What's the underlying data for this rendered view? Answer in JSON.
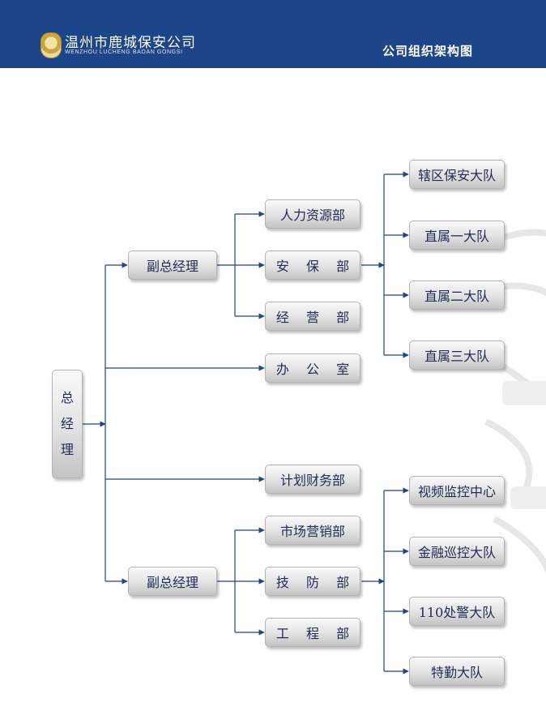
{
  "header": {
    "company_name": "温州市鹿城保安公司",
    "company_name_en": "WENZHOU LUCHENG BAOAN GONGSI",
    "chart_title": "公司组织架构图"
  },
  "org": {
    "root": {
      "chars": [
        "总",
        "经",
        "理"
      ]
    },
    "deputy_1": "副总经理",
    "deputy_2": "副总经理",
    "office": "办 公 室",
    "finance": "计划财务部",
    "dept_hr": "人力资源部",
    "dept_security": "安 保 部",
    "dept_operations": "经 营 部",
    "dept_marketing": "市场营销部",
    "dept_technical": "技 防 部",
    "dept_engineering": "工 程 部",
    "team_district": "辖区保安大队",
    "team_direct_1": "直属一大队",
    "team_direct_2": "直属二大队",
    "team_direct_3": "直属三大队",
    "team_video": "视频监控中心",
    "team_finance_patrol": "金融巡控大队",
    "team_110": "110处警大队",
    "team_special": "特勤大队"
  },
  "colors": {
    "header_bg": "#1d4589",
    "connector": "#1d4589",
    "node_text": "#232c58"
  }
}
